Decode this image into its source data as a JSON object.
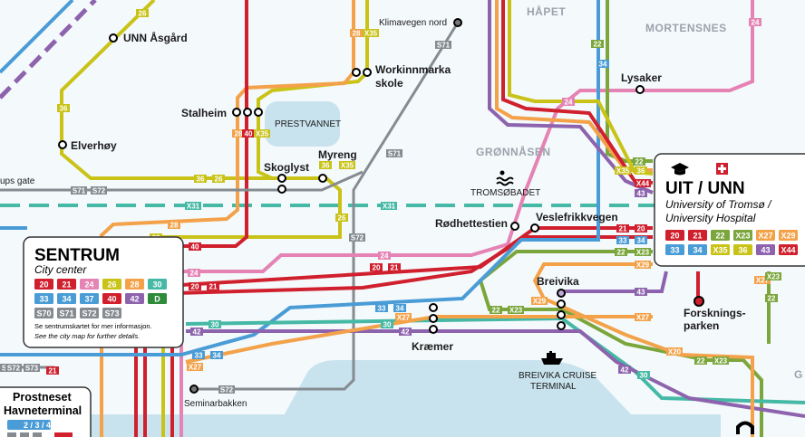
{
  "map": {
    "areas": {
      "hapet": "HÅPET",
      "mortensnes": "MORTENSNES",
      "gronnasen": "GRØNNÅSEN",
      "prestvannet": "PRESTVANNET",
      "g": "G"
    },
    "stops": {
      "unn_asgard": "UNN Åsgård",
      "elverhoy": "Elverhøy",
      "stalheim": "Stalheim",
      "skoglyst": "Skoglyst",
      "myreng": "Myreng",
      "workinnmarka_1": "Workinnmarka",
      "workinnmarka_2": "skole",
      "klimavegen": "Klimavegen nord",
      "lysaker": "Lysaker",
      "tromsobadet": "TROMSØBADET",
      "rodhettestien": "Rødhettestien",
      "veslefrikkvegen": "Veslefrikkvegen",
      "breivika": "Breivika",
      "kraemer": "Kræmer",
      "seminarbakken": "Seminarbakken",
      "forskningsparken_1": "Forsknings-",
      "forskningsparken_2": "parken",
      "breivika_cruise_1": "BREIVIKA CRUISE",
      "breivika_cruise_2": "TERMINAL",
      "ups_gate": "ups gate"
    },
    "sentrum": {
      "title": "SENTRUM",
      "subtitle": "City center",
      "note1": "Se sentrumskartet for mer informasjon.",
      "note2": "See the city map for further details.",
      "rows": [
        [
          "20",
          "21",
          "24",
          "26",
          "28",
          "30"
        ],
        [
          "33",
          "34",
          "37",
          "40",
          "42",
          "D"
        ],
        [
          "S70",
          "S71",
          "S72",
          "S73"
        ]
      ]
    },
    "uit": {
      "title": "UIT / UNN",
      "subtitle1": "University of Tromsø /",
      "subtitle2": "University Hospital",
      "rows": [
        [
          "20",
          "21",
          "22",
          "X23",
          "X27",
          "X29"
        ],
        [
          "33",
          "34",
          "X35",
          "36",
          "43",
          "X44"
        ]
      ]
    },
    "prostneset": {
      "title1": "Prostneset",
      "title2": "Havneterminal",
      "chip": "2 / 3 / 4"
    },
    "colors": {
      "red": "#d0202e",
      "pink": "#e583b4",
      "yellow": "#c9c318",
      "orange": "#f3a24a",
      "green": "#7ba63c",
      "teal": "#45b9a5",
      "blue": "#4a9cd6",
      "purple": "#8d63ad",
      "grey": "#858b90",
      "dark": "#333333",
      "water": "#c9e3ee"
    },
    "line_tags": {
      "l20": "20",
      "l21": "21",
      "l22": "22",
      "l24": "24",
      "l26": "26",
      "l28": "28",
      "l30": "30",
      "l33": "33",
      "l34": "34",
      "l35": "X35",
      "l36": "36",
      "l40": "40",
      "l42": "42",
      "l43": "43",
      "lx44": "X44",
      "lx27": "X27",
      "lx23": "X23",
      "lx29": "X29",
      "lx20": "X20",
      "lx31": "X31",
      "s71": "S71",
      "s72": "S72",
      "s73": "S73"
    }
  }
}
